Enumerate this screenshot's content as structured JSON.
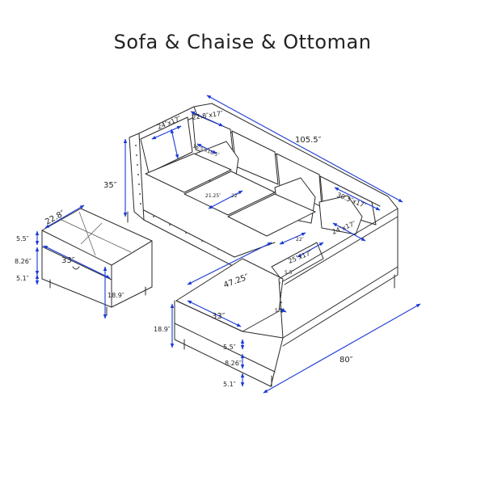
{
  "title": "Sofa & Chaise & Ottoman",
  "dimensions": {
    "total_length": "105.5″",
    "pillow_left": "24″x17″",
    "pillow_2": "22.8″x17″",
    "pillow_small": "16.5″x16.5″",
    "height": "35″",
    "seat_depth": "21.25″",
    "seat_depth_b": "22″",
    "pillow_right": "30.3″x17″",
    "pillow_right_2": "24″x17″",
    "seat_depth_c": "22″",
    "pillow_chaise": "25″x17″",
    "arm_width": "5.5″",
    "chaise_length": "47.25″",
    "chaise_width": "33″",
    "chaise_height": "18.9″",
    "chaise_leg_top": "5.5″",
    "chaise_cushion": "8.26″",
    "chaise_leg": "5.1″",
    "sectional_depth": "80″",
    "ottoman_depth": "22.8″",
    "ottoman_width": "33″",
    "ottoman_top": "5.5″",
    "ottoman_cushion": "8.26″",
    "ottoman_leg": "5.1″",
    "ottoman_height": "18.9″",
    "arm_small": "5.5″"
  }
}
